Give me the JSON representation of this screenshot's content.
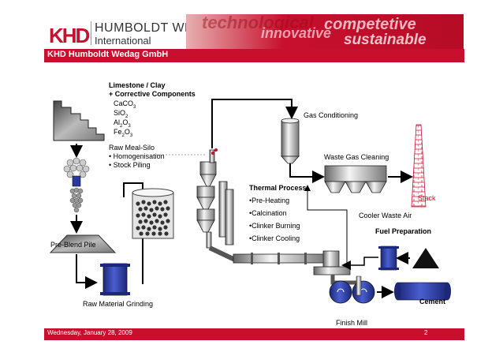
{
  "logo": {
    "mark": "KHD",
    "name": "HUMBOLDT WEDAG",
    "subname": "International"
  },
  "banner": {
    "words": [
      "technological",
      "competetive",
      "innovative",
      "sustainable"
    ]
  },
  "title": "KHD Humboldt Wedag GmbH",
  "labels": {
    "limestone": "Limestone / Clay",
    "corrective": "+ Corrective Components",
    "caco3": "CaCO",
    "caco3_sub": "3",
    "sio2": "SiO",
    "sio2_sub": "2",
    "al2o3_a": "Al",
    "al2o3_sub1": "2",
    "al2o3_b": "O",
    "al2o3_sub2": "3",
    "fe2o3_a": "Fe",
    "fe2o3_sub1": "2",
    "fe2o3_b": "O",
    "fe2o3_sub2": "3",
    "raw_meal_silo": "Raw Meal-Silo",
    "homogenisation": "• Homogenisation",
    "stock_piling": "• Stock Piling",
    "gas_conditioning": "Gas Conditioning",
    "waste_gas_cleaning": "Waste Gas Cleaning",
    "stack": "Stack",
    "thermal_process": "Thermal Process",
    "pre_heating": "•Pre-Heating",
    "calcination": "•Calcination",
    "clinker_burning": "•Clinker Burning",
    "clinker_cooling": "•Clinker Cooling",
    "cooler_waste_air": "Cooler Waste Air",
    "fuel_preparation": "Fuel Preparation",
    "pre_blend_pile": "Pre-Blend Pile",
    "raw_material_grinding": "Raw Material Grinding",
    "cement": "Cement",
    "finish_mill": "Finish Mill"
  },
  "footer": {
    "date": "Wednesday, January 28, 2009",
    "page": "2"
  },
  "colors": {
    "brand_red": "#c8102e",
    "equipment_blue": "#2a3a9c",
    "stack_red": "#c8102e"
  }
}
